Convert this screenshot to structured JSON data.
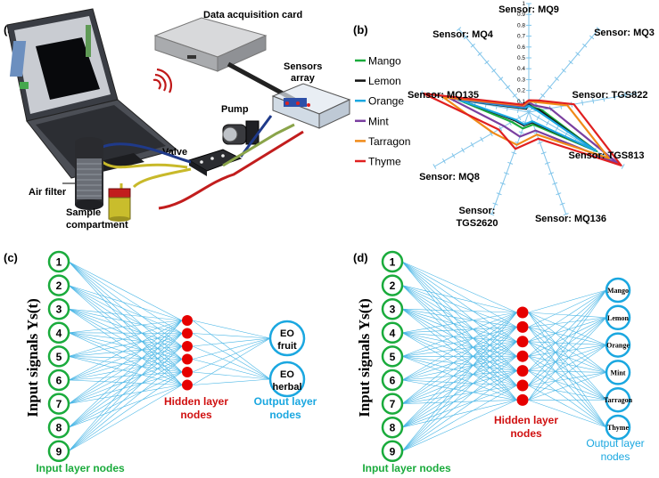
{
  "panels": {
    "a": {
      "label": "(a)",
      "parts": {
        "daq": "Data acquisition card",
        "sensors_line1": "Sensors",
        "sensors_line2": "array",
        "pump": "Pump",
        "valve": "Valve",
        "air_filter": "Air filter",
        "sample_line1": "Sample",
        "sample_line2": "compartment"
      }
    },
    "b": {
      "label": "(b)",
      "axis_prefix": "Sensor: ",
      "scale_labels": [
        "1",
        "0.9",
        "0.8",
        "0.7",
        "0.6",
        "0.5",
        "0.4",
        "0.3",
        "0.2",
        "0.1"
      ]
    },
    "c": {
      "label": "(c)",
      "ylabel": "Input signals Ys(t)",
      "input_nodes": [
        "1",
        "2",
        "3",
        "4",
        "5",
        "6",
        "7",
        "8",
        "9"
      ],
      "hidden_count": 6,
      "output_nodes": [
        {
          "line1": "EO",
          "line2": "fruit"
        },
        {
          "line1": "EO",
          "line2": "herbal"
        }
      ],
      "input_caption": "Input layer nodes",
      "hidden_caption_line1": "Hidden layer",
      "hidden_caption_line2": "nodes",
      "output_caption_line1": "Output layer",
      "output_caption_line2": "nodes"
    },
    "d": {
      "label": "(d)",
      "ylabel": "Input signals Ys(t)",
      "input_nodes": [
        "1",
        "2",
        "3",
        "4",
        "5",
        "6",
        "7",
        "8",
        "9"
      ],
      "hidden_count": 7,
      "output_nodes": [
        "Mango",
        "Lemon",
        "Orange",
        "Mint",
        "Tarragon",
        "Thyme"
      ],
      "input_caption": "Input layer nodes",
      "hidden_caption_line1": "Hidden layer",
      "hidden_caption_line2": "nodes",
      "output_caption_line1": "Output layer",
      "output_caption_line2": "nodes"
    }
  },
  "colors": {
    "input_node": "#1aab3c",
    "hidden_node": "#e60000",
    "output_node": "#1aa7e0",
    "connection": "#49b6e6",
    "hidden_text": "#d01010",
    "output_text": "#1aa7e0",
    "input_text": "#1aab3c"
  },
  "chart_data": {
    "type": "radar",
    "axes": [
      "MQ9",
      "MQ3",
      "TGS822",
      "TGS813",
      "MQ136",
      "TGS2620",
      "MQ8",
      "MQ135",
      "MQ4"
    ],
    "rlim": [
      0,
      1
    ],
    "grid": false,
    "legend_position": "left",
    "series": [
      {
        "name": "Mango",
        "color": "#1aab3c",
        "values": [
          0.08,
          0.06,
          0.12,
          0.72,
          0.12,
          0.16,
          0.18,
          0.66,
          0.05
        ]
      },
      {
        "name": "Lemon",
        "color": "#111111",
        "values": [
          0.07,
          0.05,
          0.1,
          0.7,
          0.1,
          0.13,
          0.15,
          0.64,
          0.04
        ]
      },
      {
        "name": "Orange",
        "color": "#1aa7e0",
        "values": [
          0.06,
          0.05,
          0.08,
          0.71,
          0.09,
          0.12,
          0.14,
          0.65,
          0.05
        ]
      },
      {
        "name": "Mint",
        "color": "#7a3fa0",
        "values": [
          0.09,
          0.08,
          0.2,
          0.95,
          0.18,
          0.24,
          0.26,
          0.74,
          0.07
        ]
      },
      {
        "name": "Tarragon",
        "color": "#f08a18",
        "values": [
          0.1,
          0.12,
          0.36,
          0.85,
          0.22,
          0.32,
          0.38,
          0.8,
          0.08
        ]
      },
      {
        "name": "Thyme",
        "color": "#e02020",
        "values": [
          0.11,
          0.14,
          0.42,
          0.98,
          0.26,
          0.36,
          0.32,
          0.98,
          0.09
        ]
      }
    ]
  }
}
